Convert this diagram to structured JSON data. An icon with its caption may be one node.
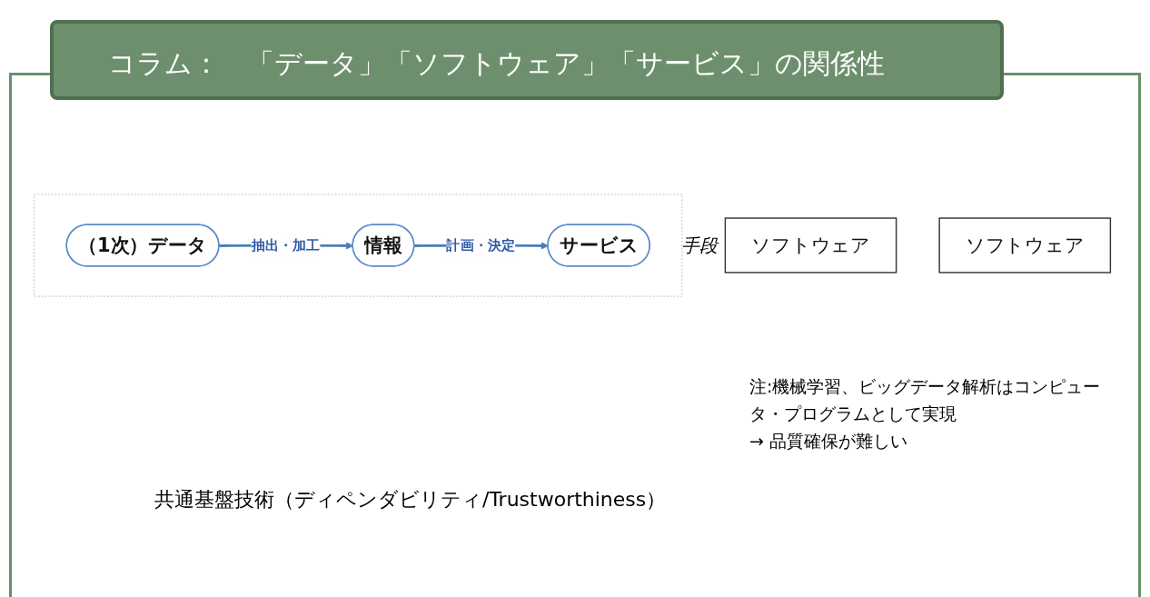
{
  "diagram": {
    "title": "コラム：　「データ」「ソフトウェア」「サービス」の関係性",
    "nodes": [
      {
        "text": [],
        "shape": "box"
      },
      {
        "text": [
          "（1次）データ"
        ],
        "in": 0
      },
      {
        "text": [
          "情報"
        ],
        "in": 0
      },
      {
        "text": [
          "サービス"
        ],
        "in": 0
      },
      {
        "text": [
          "ソフトウェア"
        ],
        "beside": [
          "手段"
        ]
      },
      {
        "text": [
          "ソフトウェア"
        ]
      }
    ],
    "edges": [
      {
        "from": 1,
        "to": 2,
        "arrow": "to",
        "label": "抽出・加工"
      },
      {
        "from": 2,
        "to": 3,
        "arrow": "to",
        "label": "計画・決定"
      }
    ],
    "labels": [
      "共通基盤技術（ディペンダビリティ/Trustworthiness）",
      "注:機械学習、ビッグデータ解析はコンピュータ・プログラムとして実現",
      "→ 品質確保が難しい"
    ]
  }
}
